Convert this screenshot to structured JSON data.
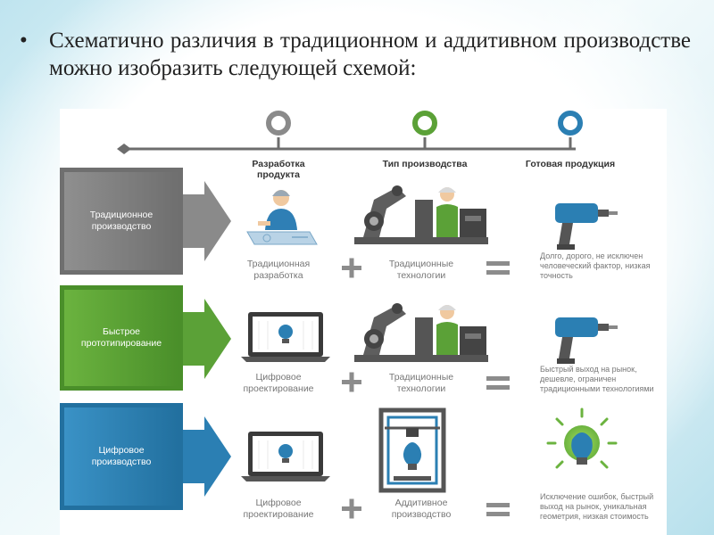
{
  "slide": {
    "bullet_symbol": "•",
    "text": "Схематично различия в традиционном и аддитивном производстве можно изобразить следующей схемой:"
  },
  "diagram": {
    "headers": [
      "Разработка продукта",
      "Тип производства",
      "Готовая продукция"
    ],
    "timeline_pins": [
      {
        "icon": "grey-pin-icon",
        "color": "#8a8a8a"
      },
      {
        "icon": "green-pin-icon",
        "color": "#5ba137"
      },
      {
        "icon": "blue-pin-icon",
        "color": "#2b7fb3"
      }
    ],
    "rows": [
      {
        "label": "Традиционное производство",
        "color": "#7f7f7f",
        "design_icon": "engineer-drafting-icon",
        "design_label": "Традиционная разработка",
        "production_icon": "robot-arm-worker-icon",
        "production_label": "Традиционные технологии",
        "result_icon": "drill-icon",
        "result_text": "Долго, дорого, не исключен человеческий фактор, низкая точность"
      },
      {
        "label": "Быстрое прототипирование",
        "color": "#5ba137",
        "design_icon": "laptop-lightbulb-icon",
        "design_label": "Цифровое проектирование",
        "production_icon": "robot-arm-worker-icon",
        "production_label": "Традиционные технологии",
        "result_icon": "drill-icon",
        "result_text": "Быстрый выход на рынок, дешевле, ограничен традиционными технологиями"
      },
      {
        "label": "Цифровое производство",
        "color": "#2b7fb3",
        "design_icon": "laptop-lightbulb-icon",
        "design_label": "Цифровое проектирование",
        "production_icon": "3d-printer-icon",
        "production_label": "Аддитивное производство",
        "result_icon": "glowing-lightbulb-icon",
        "result_text": "Исключение ошибок, быстрый выход на рынок, уникальная геометрия, низкая стоимость"
      }
    ],
    "plus_symbol": "+",
    "equals_symbol": "="
  }
}
